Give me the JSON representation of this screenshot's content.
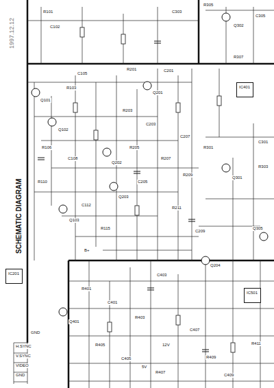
{
  "diagram": {
    "title": "SCHEMATIC DIAGRAM",
    "nodes": [
      {
        "text": [
          "IC401"
        ]
      },
      {
        "text": [
          "IC201"
        ]
      },
      {
        "text": [
          "IC501"
        ]
      }
    ],
    "labels": [
      "1997.12.12",
      "R101",
      "C102",
      "Q101",
      "R103",
      "C105",
      "Q102",
      "R106",
      "C108",
      "R110",
      "Q103",
      "C112",
      "R115",
      "Q201",
      "R201",
      "C201",
      "R203",
      "C203",
      "Q202",
      "R205",
      "Q203",
      "C205",
      "R207",
      "C207",
      "R209",
      "Q204",
      "C209",
      "R211",
      "Q301",
      "R301",
      "C301",
      "R303",
      "C303",
      "R305",
      "Q302",
      "C305",
      "R307",
      "Q305",
      "R401",
      "C401",
      "Q401",
      "R403",
      "C403",
      "R405",
      "C405",
      "R407",
      "C407",
      "R409",
      "C409",
      "R411",
      "5V",
      "12V",
      "GND",
      "H.SYNC",
      "V.SYNC",
      "VIDEO",
      "GND",
      "B+"
    ]
  }
}
